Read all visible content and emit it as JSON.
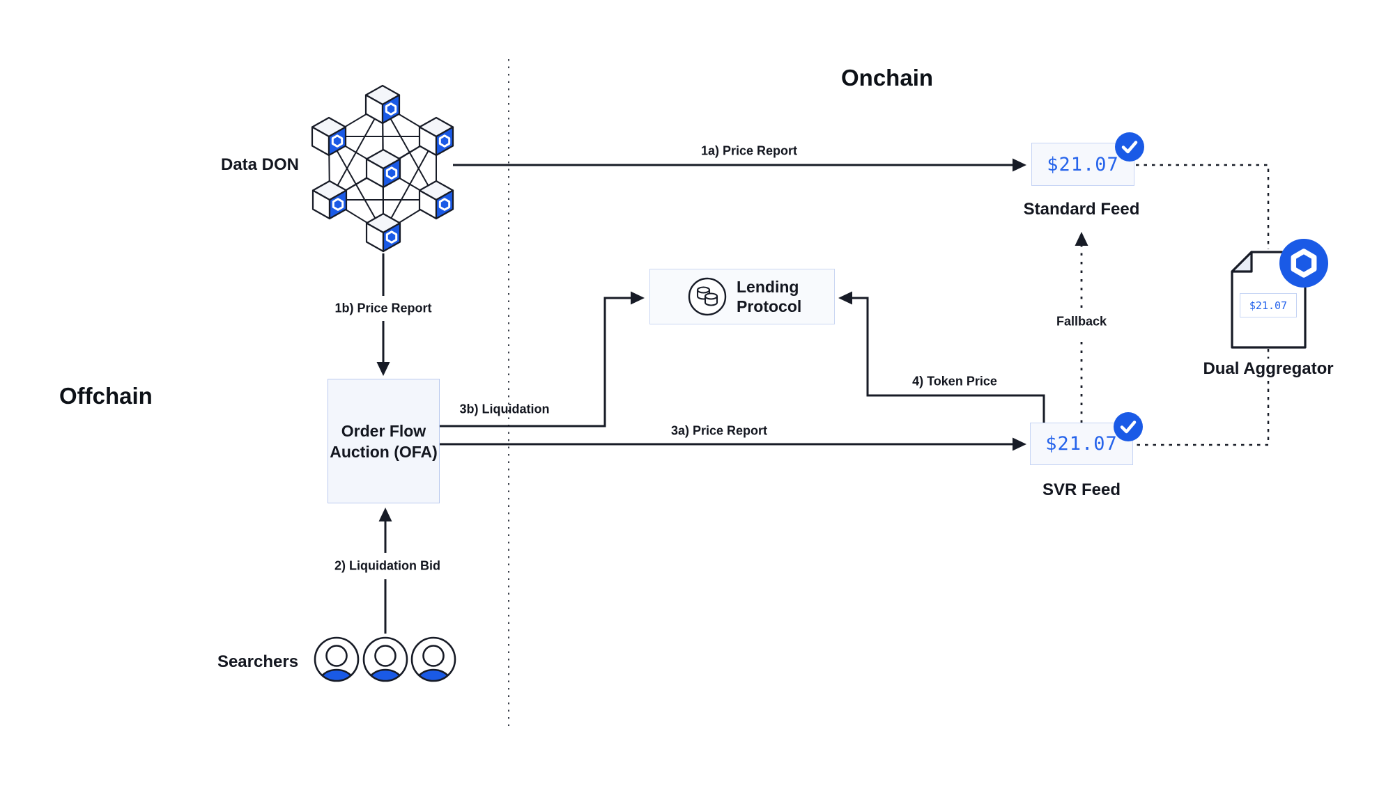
{
  "sections": {
    "offchain": "Offchain",
    "onchain": "Onchain"
  },
  "nodes": {
    "data_don": {
      "label": "Data DON"
    },
    "ofa": {
      "label": "Order Flow Auction (OFA)",
      "line1": "Order Flow",
      "line2": "Auction (OFA)"
    },
    "searchers": {
      "label": "Searchers"
    },
    "lending_protocol": {
      "label": "Lending Protocol",
      "line1": "Lending",
      "line2": "Protocol"
    },
    "standard_feed": {
      "label": "Standard Feed",
      "price": "$21.07"
    },
    "svr_feed": {
      "label": "SVR Feed",
      "price": "$21.07"
    },
    "dual_aggregator": {
      "label": "Dual Aggregator",
      "price": "$21.07"
    }
  },
  "flows": {
    "f1a": "1a) Price Report",
    "f1b": "1b) Price Report",
    "f2": "2) Liquidation Bid",
    "f3a": "3a) Price Report",
    "f3b": "3b) Liquidation",
    "f4": "4) Token Price",
    "fallback": "Fallback"
  },
  "icons": {
    "chainlink_logo": "chainlink-hexagon",
    "checkmark": "verified-check",
    "coins": "coin-stack",
    "person": "user-avatar",
    "document": "report-document",
    "cube": "don-node-cube"
  },
  "colors": {
    "accent_blue": "#1a5ae6",
    "price_text_blue": "#2563eb",
    "ink": "#171b26",
    "feed_box_fill": "#f6f8fd",
    "feed_box_border": "#c6d4f4",
    "ofa_fill": "#f3f6fc"
  }
}
